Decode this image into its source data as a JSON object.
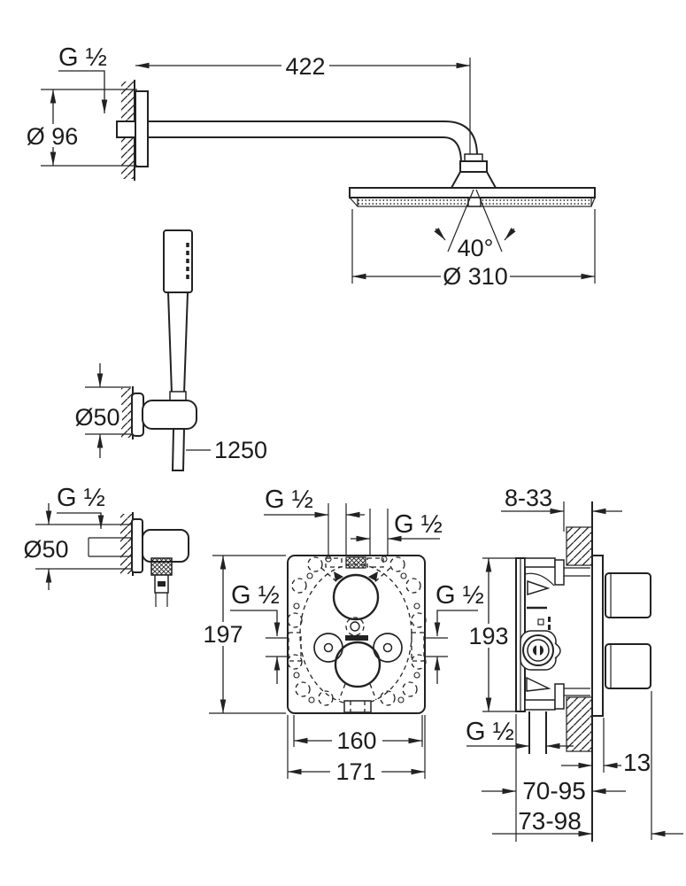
{
  "page": {
    "background": "#ffffff",
    "ink": "#222222"
  },
  "labels": {
    "thread": "G ½",
    "head_shower": {
      "arm_length": "422",
      "wall_flange_diameter": "Ø 96",
      "head_diameter": "Ø 310",
      "spray_angle": "40°"
    },
    "hand_shower": {
      "holder_flange_diameter": "Ø50",
      "hose_length": "1250"
    },
    "wall_union": {
      "flange_diameter": "Ø50"
    },
    "mixer_front_view": {
      "body_height": "197",
      "inner_width": "160",
      "outer_width": "171"
    },
    "mixer_side_view": {
      "plaster_depth_range": "8-33",
      "mounting_height": "193",
      "rosette_projection": "13",
      "depth_range_wall": "70-95",
      "depth_range_handle": "73-98"
    }
  }
}
